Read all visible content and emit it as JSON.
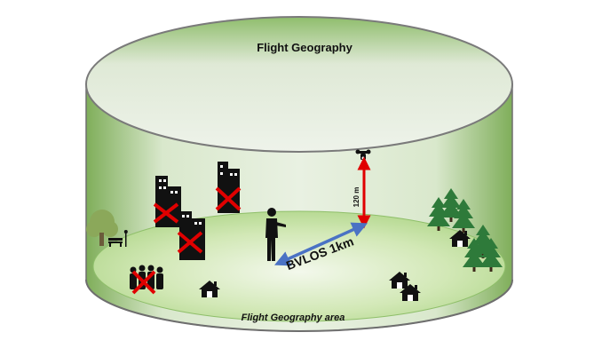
{
  "labels": {
    "top": "Flight Geography",
    "bottom": "Flight Geography area",
    "distance": "BVLOS 1km",
    "height": "120 m"
  },
  "colors": {
    "cylinder_wall": "#8fbf6a",
    "cylinder_inner_top": "#e3ecdb",
    "ground": "#bfe09a",
    "rim": "#7a7a7a",
    "height_arrow": "#e00000",
    "distance_arrow": "#4a72c4",
    "cross": "#e00000",
    "tree": "#2e7a3a",
    "house": "#111111"
  },
  "icons": [
    "drone-icon",
    "person-icon",
    "building-icon",
    "crowd-icon",
    "house-icon",
    "tree-icon",
    "bench-icon"
  ]
}
